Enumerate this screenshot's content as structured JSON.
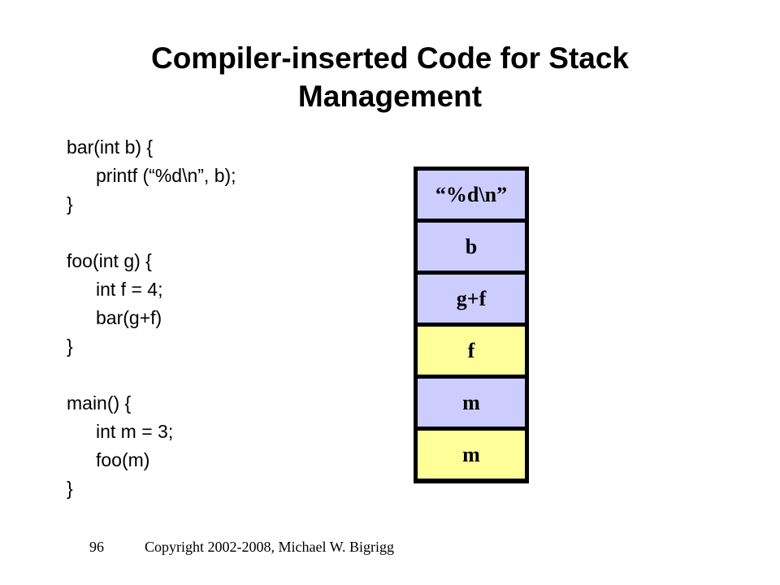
{
  "title": {
    "line1": "Compiler-inserted Code for Stack",
    "line2": "Management"
  },
  "code": {
    "bar": [
      "bar(int b) {",
      "printf (“%d\\n”, b);",
      "}"
    ],
    "foo": [
      "foo(int g) {",
      "int f = 4;",
      "bar(g+f)",
      "}"
    ],
    "main": [
      "main() {",
      "int m = 3;",
      "foo(m)",
      "}"
    ]
  },
  "stack": {
    "cells": [
      {
        "label": "“%d\\n”",
        "color": "#ccccff"
      },
      {
        "label": "b",
        "color": "#ccccff"
      },
      {
        "label": "g+f",
        "color": "#ccccff"
      },
      {
        "label": "f",
        "color": "#ffff99"
      },
      {
        "label": "m",
        "color": "#ccccff"
      },
      {
        "label": "m",
        "color": "#ffff99"
      }
    ]
  },
  "footer": {
    "page_number": "96",
    "copyright": "Copyright 2002-2008, Michael W. Bigrigg"
  }
}
